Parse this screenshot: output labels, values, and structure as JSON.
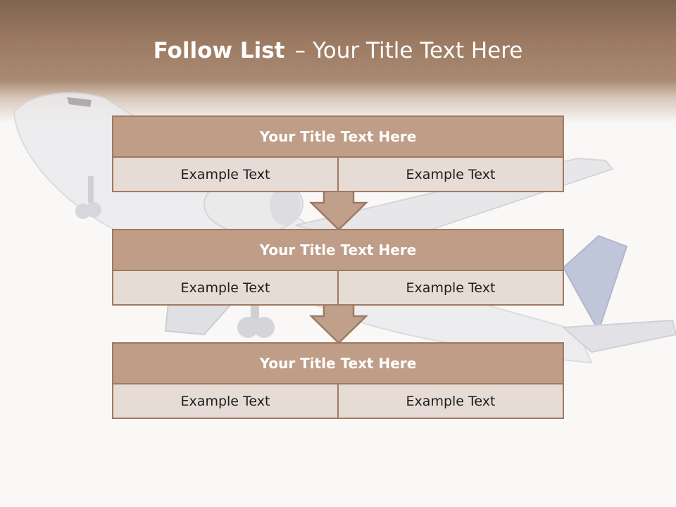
{
  "slide": {
    "title_bold": "Follow List",
    "title_separator": "–",
    "title_rest": "Your Title Text Here"
  },
  "boxes": [
    {
      "title": "Your Title Text Here",
      "left": "Example Text",
      "right": "Example Text"
    },
    {
      "title": "Your Title Text Here",
      "left": "Example Text",
      "right": "Example Text"
    },
    {
      "title": "Your Title Text Here",
      "left": "Example Text",
      "right": "Example Text"
    }
  ],
  "colors": {
    "header_brown": "#9d7b63",
    "box_header": "#bf9d86",
    "box_body": "#e6dbd5",
    "border": "#9e7a62",
    "background": "#f9f8f7"
  }
}
